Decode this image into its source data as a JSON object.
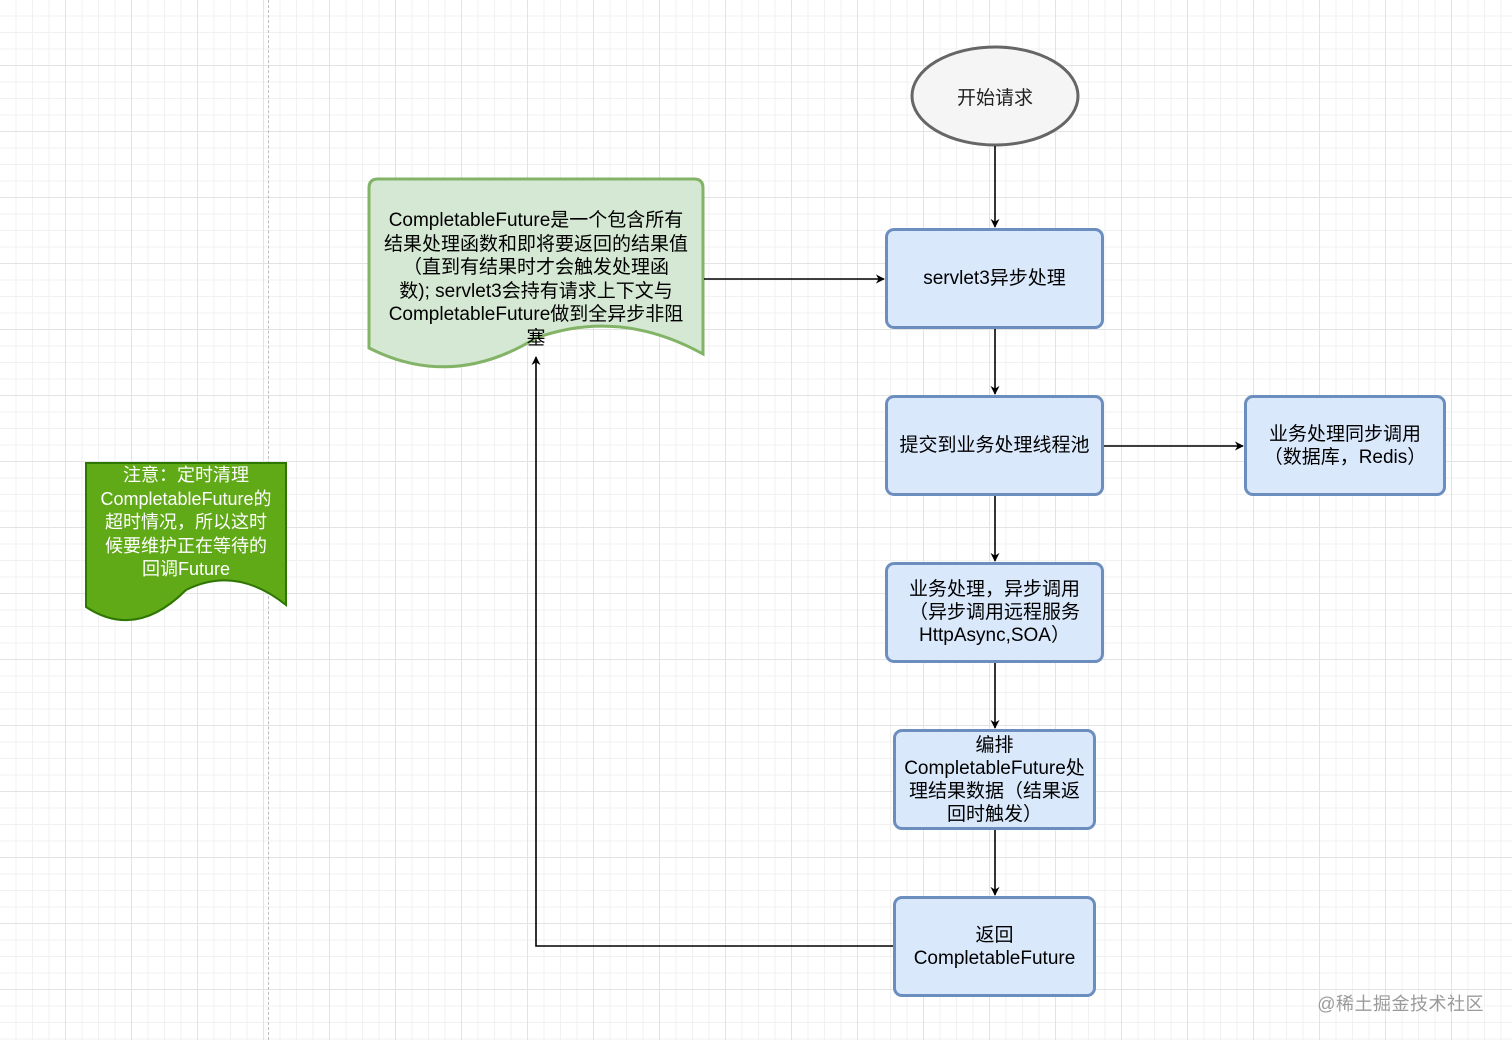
{
  "diagram": {
    "start": "开始请求",
    "servlet": "servlet3异步处理",
    "submit": "提交到业务处理线程池",
    "sync_call": "业务处理同步调用\n（数据库，Redis）",
    "async_call": "业务处理，异步调用\n（异步调用远程服务\nHttpAsync,SOA）",
    "orchestrate": "编排\nCompletableFuture处\n理结果数据（结果返\n回时触发）",
    "return": "返回\nCompletableFuture",
    "doc_note": "CompletableFuture是一个包含所有\n结果处理函数和即将要返回的结果值\n（直到有结果时才会触发处理函\n数); servlet3会持有请求上下文与\nCompletableFuture做到全异步非阻\n塞",
    "warning_note": "注意：定时清理\nCompletableFuture的\n超时情况，所以这时\n候要维护正在等待的\n回调Future"
  },
  "colors": {
    "process_fill": "#dae8fc",
    "process_stroke": "#6c8ebf",
    "doc_fill": "#d5e8d4",
    "doc_stroke": "#82b366",
    "note_fill": "#60a917",
    "note_stroke": "#2d7600",
    "start_fill": "#f5f5f5",
    "start_stroke": "#666666"
  },
  "watermark": "@稀土掘金技术社区"
}
